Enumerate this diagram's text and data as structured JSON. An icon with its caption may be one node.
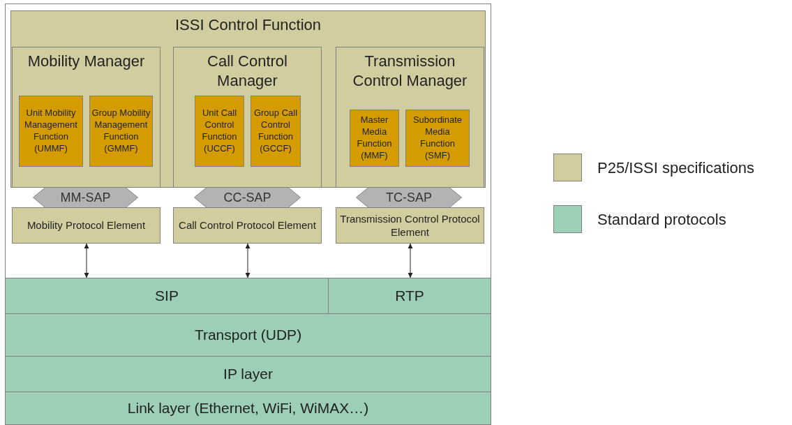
{
  "diagram": {
    "nodes": [
      {
        "text": [
          "ISSI Control Function"
        ]
      },
      {
        "text": [
          "Mobility Manager"
        ],
        "in": 0
      },
      {
        "text": [
          "Unit Mobility Management Function (UMMF)"
        ],
        "in": 1
      },
      {
        "text": [
          "Group Mobility Management Function (GMMF)"
        ],
        "in": 1
      },
      {
        "text": [
          "Call Control Manager"
        ],
        "in": 0
      },
      {
        "text": [
          "Unit Call Control Function (UCCF)"
        ],
        "in": 4
      },
      {
        "text": [
          "Group Call Control Function (GCCF)"
        ],
        "in": 4
      },
      {
        "text": [
          "Transmission Control Manager"
        ],
        "in": 0
      },
      {
        "text": [
          "Master Media Function (MMF)"
        ],
        "in": 7
      },
      {
        "text": [
          "Subordinate Media Function (SMF)"
        ],
        "in": 7
      },
      {
        "text": [
          "MM-SAP"
        ]
      },
      {
        "text": [
          "CC-SAP"
        ]
      },
      {
        "text": [
          "TC-SAP"
        ]
      },
      {
        "text": [
          "Mobility Protocol Element"
        ]
      },
      {
        "text": [
          "Call Control Protocol Element"
        ]
      },
      {
        "text": [
          "Transmission Control Protocol Element"
        ]
      },
      {
        "text": [
          "SIP"
        ]
      },
      {
        "text": [
          "RTP"
        ]
      },
      {
        "text": [
          "Transport (UDP)"
        ]
      },
      {
        "text": [
          "IP layer"
        ]
      },
      {
        "text": [
          "Link layer (Ethernet, WiFi, WiMAX…)"
        ]
      }
    ],
    "edges": [
      {
        "from": 13,
        "to": 16,
        "arrow": "both"
      },
      {
        "from": 14,
        "to": 16,
        "arrow": "both"
      },
      {
        "from": 15,
        "to": 17,
        "arrow": "both"
      }
    ],
    "legend": [
      {
        "text": "P25/ISSI specifications",
        "color": "#d1cd9f"
      },
      {
        "text": "Standard protocols",
        "color": "#9ccfb6"
      }
    ]
  }
}
